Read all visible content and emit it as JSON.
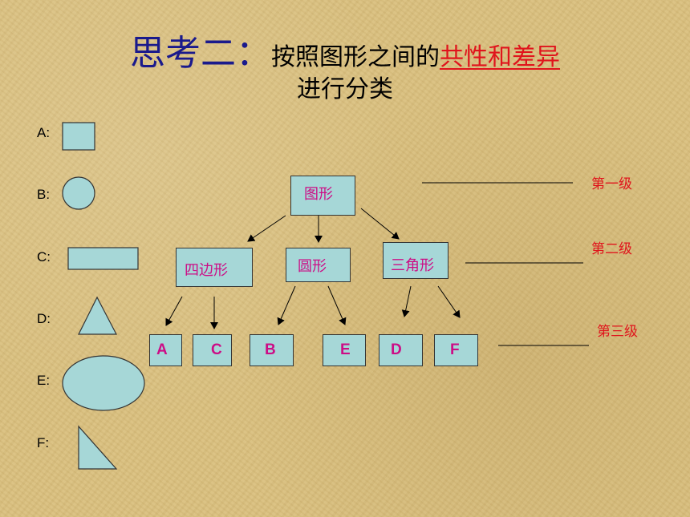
{
  "title": {
    "main": "思考二：",
    "sub": "按照图形之间的",
    "emphasis": "共性和差异",
    "line2": "进行分类"
  },
  "shape_labels": [
    "A:",
    "B:",
    "C:",
    "D:",
    "E:",
    "F:"
  ],
  "tree": {
    "root": "图形",
    "level2": [
      "四边形",
      "圆形",
      "三角形"
    ],
    "level3": [
      "A",
      "C",
      "B",
      "E",
      "D",
      "F"
    ]
  },
  "levels": [
    "第一级",
    "第二级",
    "第三级"
  ],
  "colors": {
    "title_blue": "#1a1a8c",
    "accent_red": "#e0141c",
    "node_text": "#cc0d86",
    "shape_fill": "#a6d7d7"
  }
}
